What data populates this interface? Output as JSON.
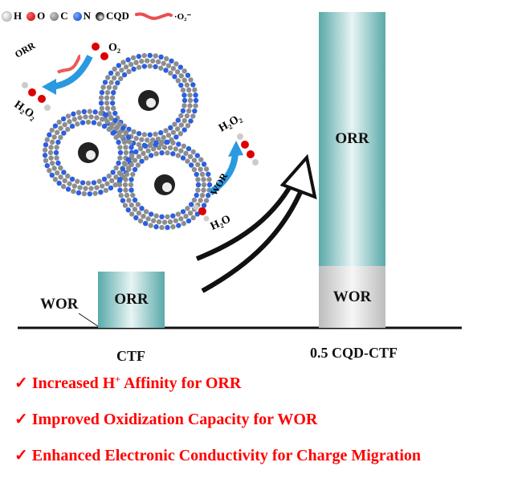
{
  "legend": [
    {
      "label": "H",
      "color": "#e8e8e8"
    },
    {
      "label": "O",
      "color": "#e01010"
    },
    {
      "label": "C",
      "color": "#8a8a8a"
    },
    {
      "label": "N",
      "color": "#2a5fe0"
    },
    {
      "label": "CQD",
      "color": "#222222"
    },
    {
      "label": "·O₂⁻",
      "color": "#e83030"
    }
  ],
  "scheme": {
    "orr": "ORR",
    "o2": "O₂",
    "h2o2_left": "H₂O₂",
    "h2o2_right": "H₂O₂",
    "wor": "WOR",
    "h2o": "H₂O"
  },
  "bars": {
    "ctf": {
      "label": "CTF",
      "orr": "ORR",
      "wor": "WOR"
    },
    "cqd": {
      "label": "0.5 CQD-CTF",
      "orr": "ORR",
      "wor": "WOR"
    }
  },
  "bullets": [
    {
      "check": "✓",
      "pre": "Increased H",
      "sup": "+",
      "post": " Affinity for ORR"
    },
    {
      "check": "✓",
      "pre": "Improved Oxidization Capacity for WOR",
      "sup": "",
      "post": ""
    },
    {
      "check": "✓",
      "pre": "Enhanced Electronic Conductivity for Charge Migration",
      "sup": "",
      "post": ""
    }
  ],
  "colors": {
    "teal": "#5aa9aa",
    "arrow_blue": "#2a9ae0",
    "bullet_red": "#ff0000"
  }
}
